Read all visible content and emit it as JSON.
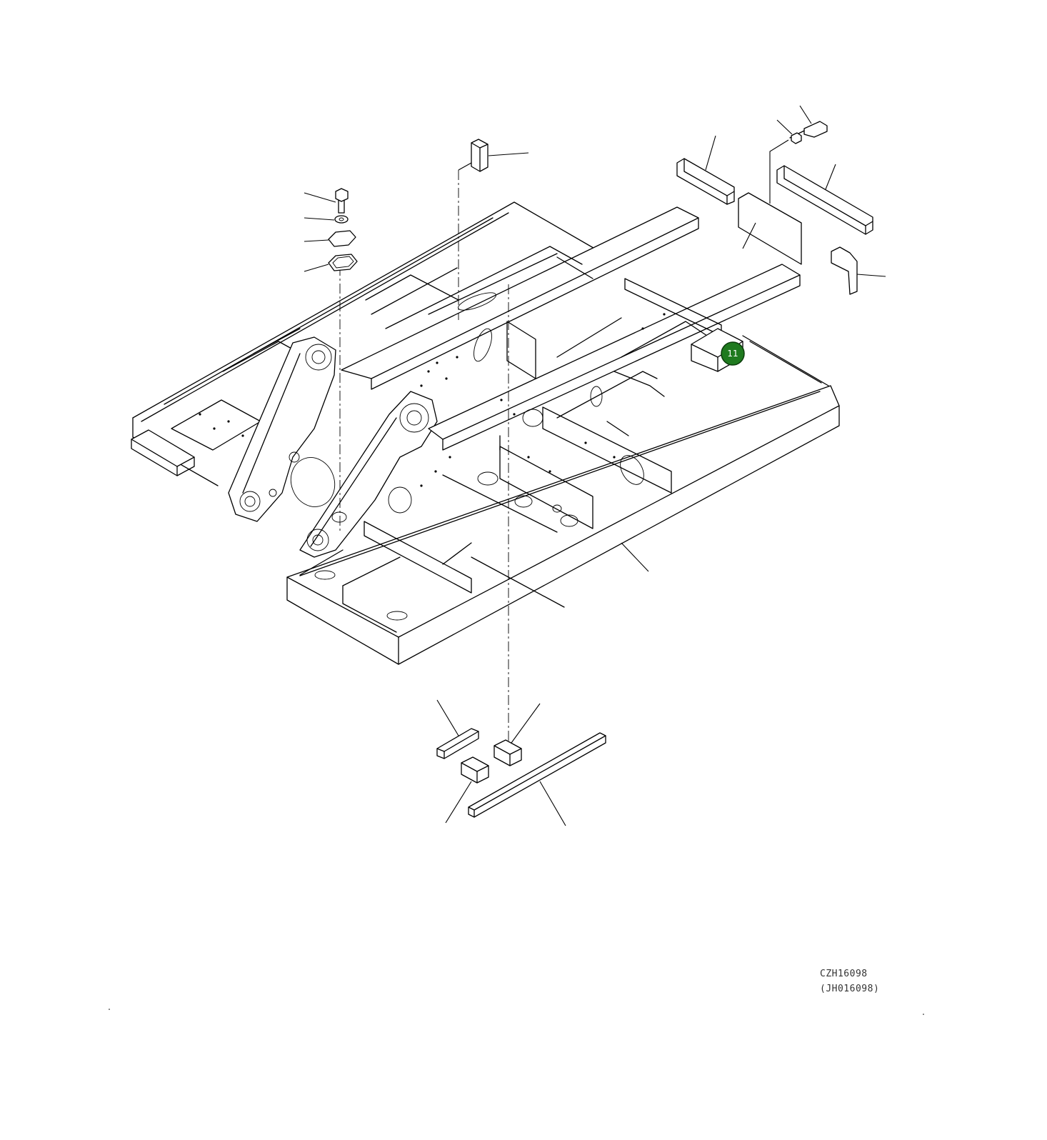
{
  "drawing": {
    "code": "CZH16098",
    "alt_code": "(JH016098)"
  },
  "callouts": [
    {
      "number": "11",
      "color": "#1f7a1f"
    }
  ]
}
